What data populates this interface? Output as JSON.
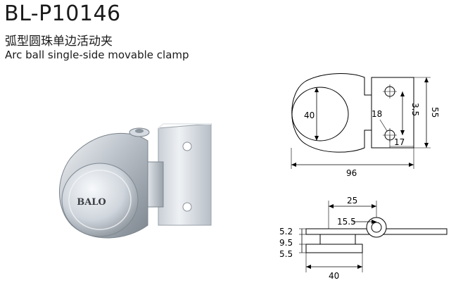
{
  "product": {
    "model": "BL-P10146",
    "name_cn": "弧型圆珠单边活动夹",
    "name_en": "Arc ball single-side movable clamp",
    "brand_mark": "BALO"
  },
  "top_view": {
    "dim_height_left": "40",
    "dim_hole": "18",
    "dim_pitch": "3.5",
    "dim_plate_offset": "17",
    "dim_total_height": "55",
    "dim_total_width": "96"
  },
  "side_view": {
    "dim_offset": "25",
    "dim_pivot": "15.5",
    "dim_plate": "5.2",
    "dim_body": "9.5",
    "dim_cap": "5.5",
    "dim_base_width": "40"
  }
}
